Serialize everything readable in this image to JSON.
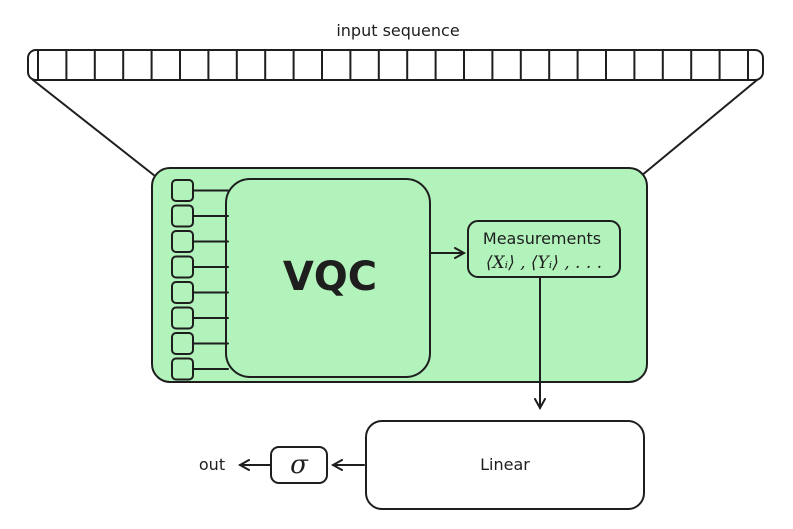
{
  "labels": {
    "input_sequence": "input sequence",
    "vqc": "VQC",
    "measurements_title": "Measurements",
    "measurements_expr": "⟨Xᵢ⟩ , ⟨Yᵢ⟩ , . . .",
    "linear": "Linear",
    "sigma": "σ",
    "out": "out"
  },
  "colors": {
    "quantum_fill": "#b2f2bb",
    "stroke": "#1e1e1e",
    "background": "#ffffff"
  }
}
